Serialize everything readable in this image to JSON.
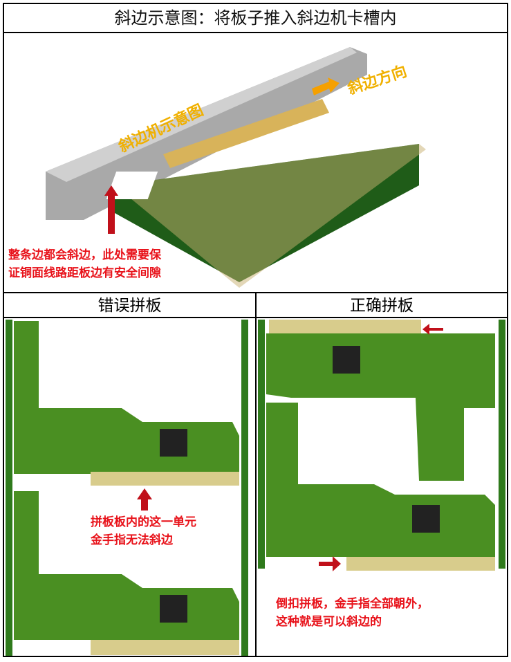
{
  "title": "斜边示意图：将板子推入斜边机卡槽内",
  "hero": {
    "machine_label": "斜边机示意图",
    "direction_label": "斜边方向",
    "note_line1": "整条边都会斜边，此处需要保",
    "note_line2": "证铜面线路距板边有安全间隙"
  },
  "left": {
    "header": "错误拼板",
    "note_line1": "拼板板内的这一单元",
    "note_line2": "金手指无法斜边"
  },
  "right": {
    "header": "正确拼板",
    "note_line1": "倒扣拼板，金手指全部朝外，",
    "note_line2": "这种就是可以斜边的"
  },
  "colors": {
    "pcb": "#2f7a1c",
    "gold": "#d8cc8c",
    "red": "#e8121a",
    "arrow": "#c0101a"
  }
}
